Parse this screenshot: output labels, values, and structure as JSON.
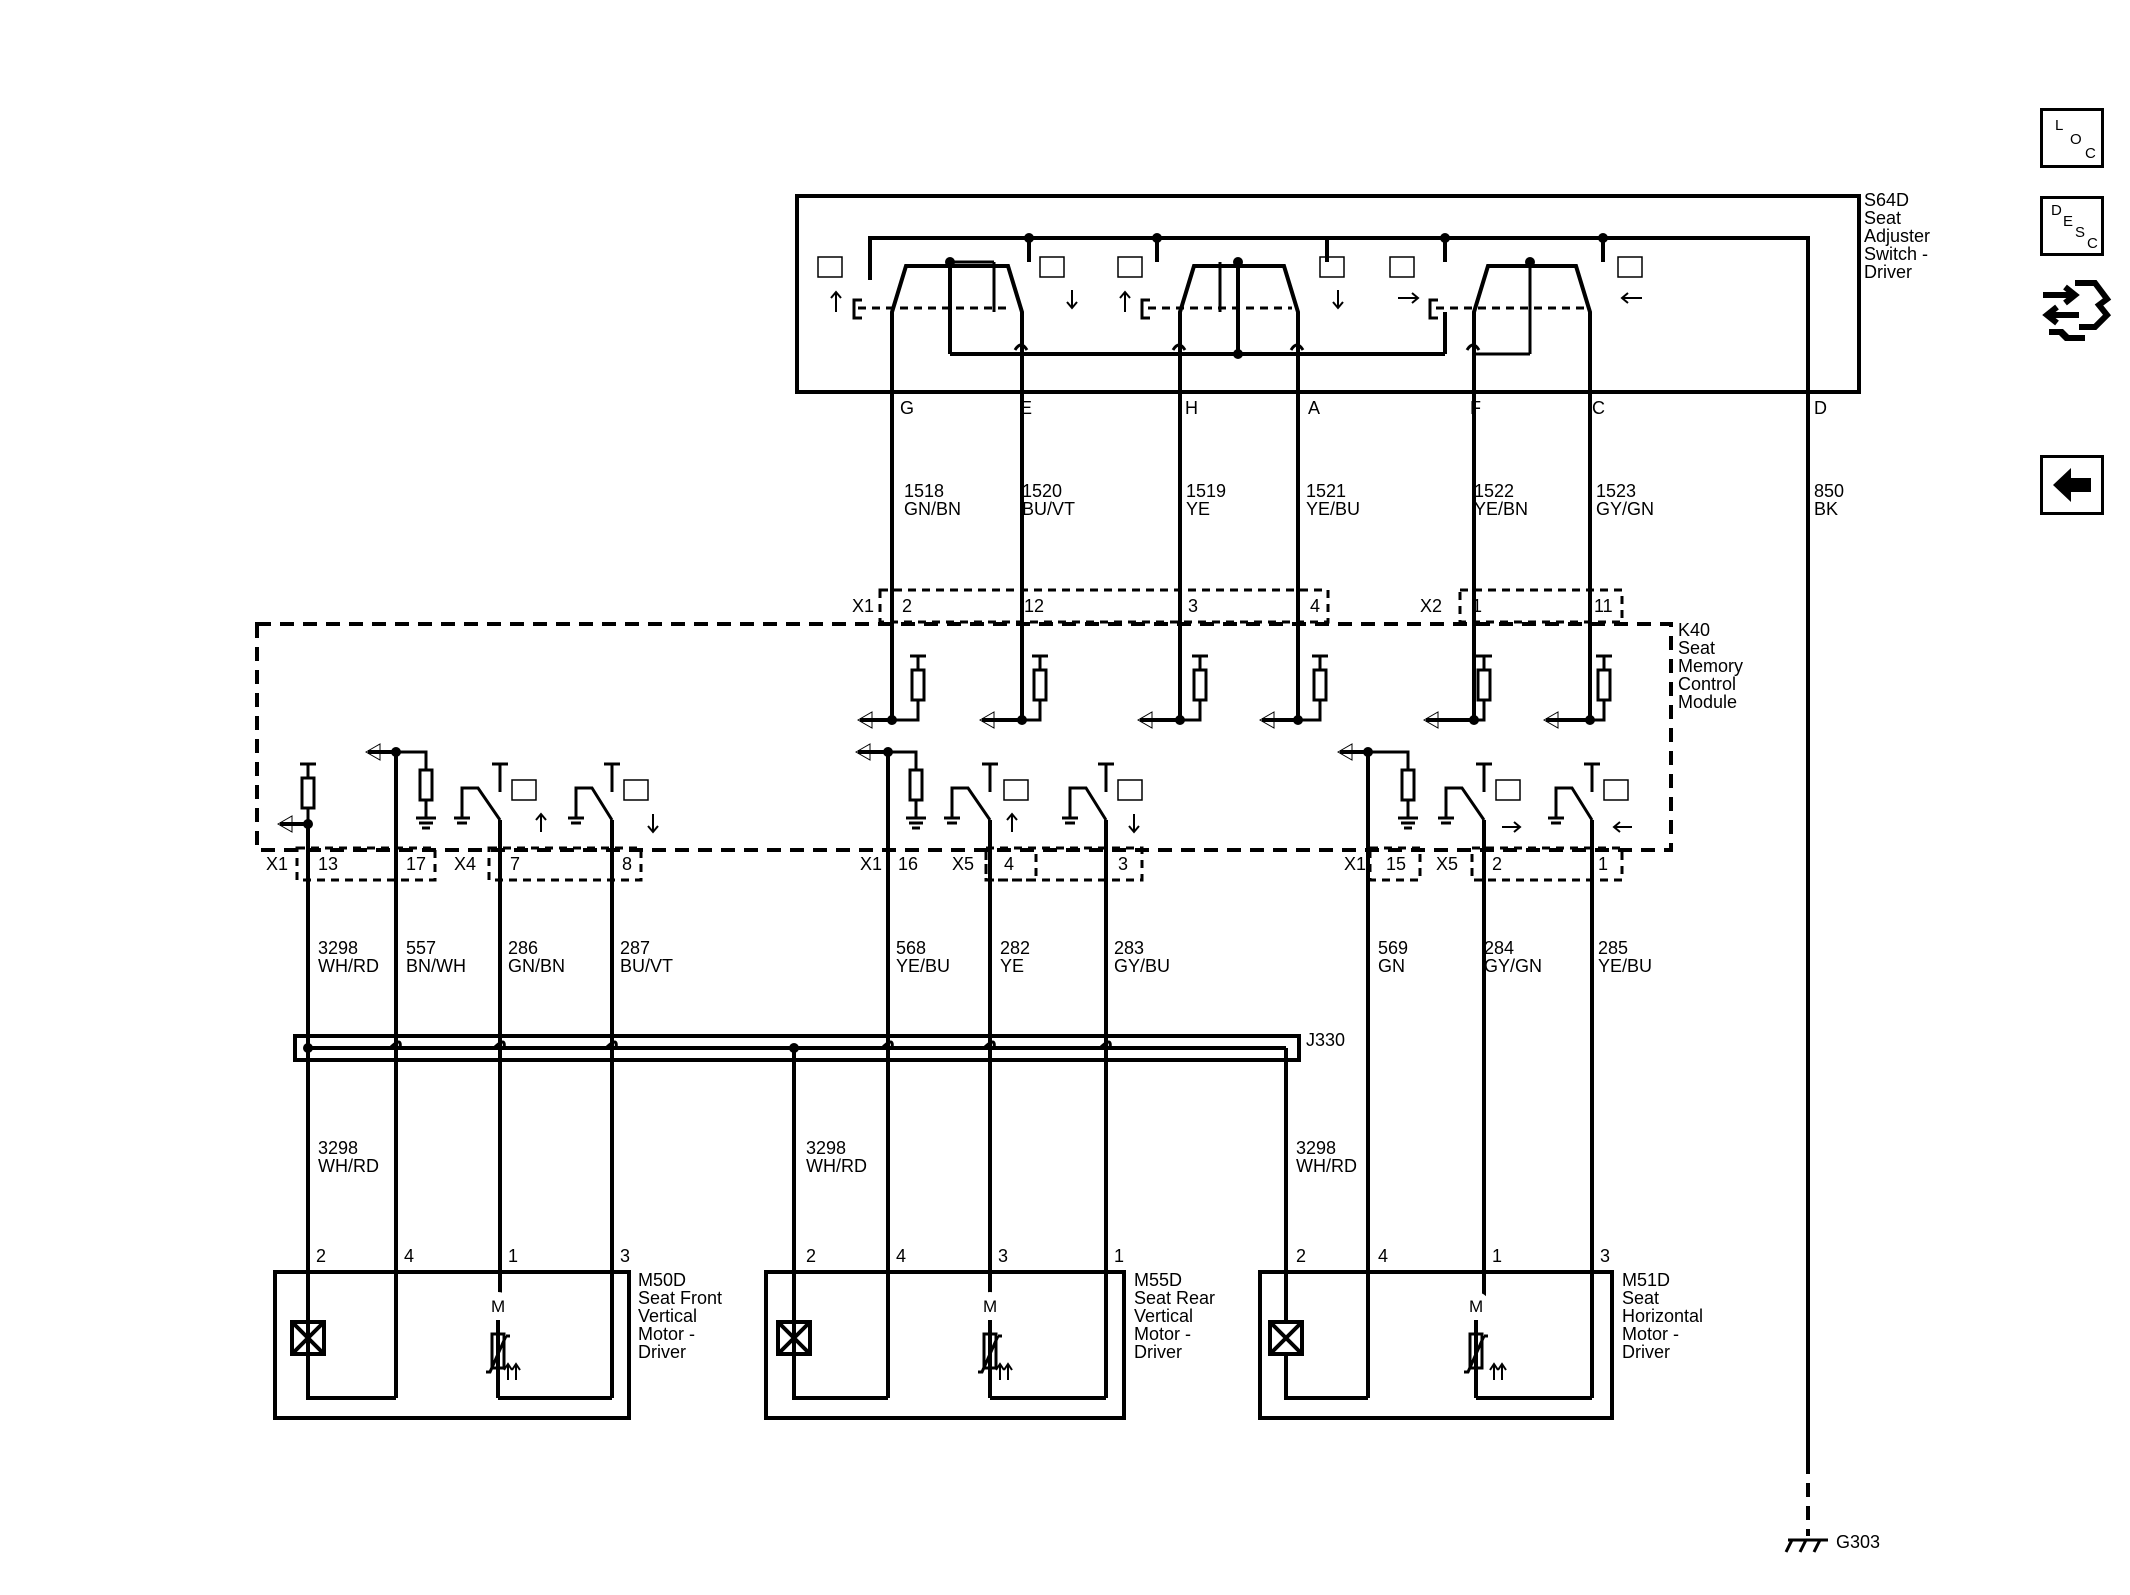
{
  "nav": {
    "loc_letters": [
      "L",
      "O",
      "C"
    ],
    "desc_letters": [
      "D",
      "E",
      "S",
      "C"
    ],
    "icon_connector": "connector-view-icon",
    "icon_back": "back-arrow-icon"
  },
  "s64d": {
    "name": "S64D",
    "line1": "Seat",
    "line2": "Adjuster",
    "line3": "Switch -",
    "line4": "Driver",
    "pins": [
      "G",
      "E",
      "H",
      "A",
      "F",
      "C",
      "D"
    ]
  },
  "upper_wires": [
    {
      "circuit": "1518",
      "color": "GN/BN"
    },
    {
      "circuit": "1520",
      "color": "BU/VT"
    },
    {
      "circuit": "1519",
      "color": "YE"
    },
    {
      "circuit": "1521",
      "color": "YE/BU"
    },
    {
      "circuit": "1522",
      "color": "YE/BN"
    },
    {
      "circuit": "1523",
      "color": "GY/GN"
    },
    {
      "circuit": "850",
      "color": "BK"
    }
  ],
  "k40": {
    "name": "K40",
    "line1": "Seat",
    "line2": "Memory",
    "line3": "Control",
    "line4": "Module",
    "top_connectors": {
      "x1": "X1",
      "x2": "X2"
    },
    "top_pins": [
      "2",
      "12",
      "3",
      "4",
      "1",
      "11"
    ],
    "bottom_connectors": [
      "X1",
      "X4",
      "X1",
      "X5",
      "X1",
      "X5"
    ],
    "bottom_pins": [
      "13",
      "17",
      "7",
      "8",
      "16",
      "4",
      "3",
      "15",
      "2",
      "1"
    ]
  },
  "lower_wires": [
    {
      "circuit": "3298",
      "color": "WH/RD"
    },
    {
      "circuit": "557",
      "color": "BN/WH"
    },
    {
      "circuit": "286",
      "color": "GN/BN"
    },
    {
      "circuit": "287",
      "color": "BU/VT"
    },
    {
      "circuit": "568",
      "color": "YE/BU"
    },
    {
      "circuit": "282",
      "color": "YE"
    },
    {
      "circuit": "283",
      "color": "GY/BU"
    },
    {
      "circuit": "569",
      "color": "GN"
    },
    {
      "circuit": "284",
      "color": "GY/GN"
    },
    {
      "circuit": "285",
      "color": "YE/BU"
    }
  ],
  "splice": "J330",
  "splice_wires": [
    {
      "circuit": "3298",
      "color": "WH/RD"
    },
    {
      "circuit": "3298",
      "color": "WH/RD"
    },
    {
      "circuit": "3298",
      "color": "WH/RD"
    }
  ],
  "motors": [
    {
      "name": "M50D",
      "line1": "Seat Front",
      "line2": "Vertical",
      "line3": "Motor -",
      "line4": "Driver",
      "pins": [
        "2",
        "4",
        "1",
        "3"
      ],
      "symbol": "M"
    },
    {
      "name": "M55D",
      "line1": "Seat Rear",
      "line2": "Vertical",
      "line3": "Motor -",
      "line4": "Driver",
      "pins": [
        "2",
        "4",
        "3",
        "1"
      ],
      "symbol": "M"
    },
    {
      "name": "M51D",
      "line1": "Seat",
      "line2": "Horizontal",
      "line3": "Motor -",
      "line4": "Driver",
      "pins": [
        "2",
        "4",
        "1",
        "3"
      ],
      "symbol": "M"
    }
  ],
  "ground": "G303"
}
